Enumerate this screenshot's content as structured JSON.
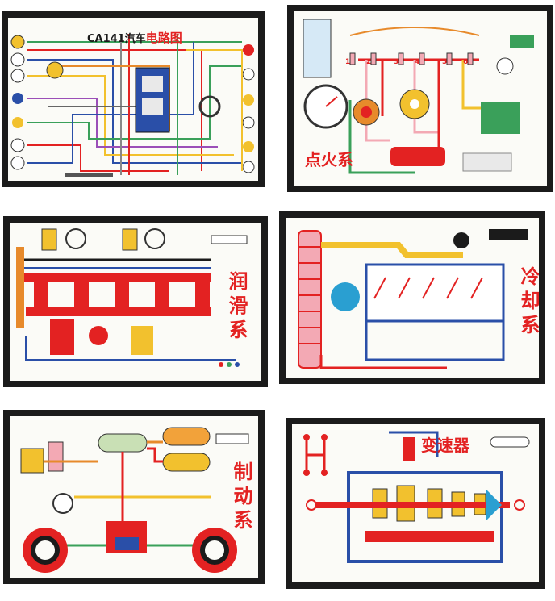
{
  "boards": [
    {
      "id": "electrical",
      "title_prefix": "CA141汽车",
      "title": "电路图"
    },
    {
      "id": "ignition",
      "title": "点火系",
      "labels": [
        "1",
        "2",
        "3",
        "4",
        "5",
        "6"
      ]
    },
    {
      "id": "lubrication",
      "title": "润滑系"
    },
    {
      "id": "cooling",
      "title": "冷却系"
    },
    {
      "id": "brake",
      "title": "制动系"
    },
    {
      "id": "gearbox",
      "title": "变速器"
    }
  ],
  "colors": {
    "frame": "#1b1b1b",
    "panel": "#fbfbf7",
    "red": "#e32222",
    "yellow": "#f2c12e",
    "pink": "#f3a9b4",
    "blue": "#2a4fa8",
    "green": "#3aa05a"
  }
}
